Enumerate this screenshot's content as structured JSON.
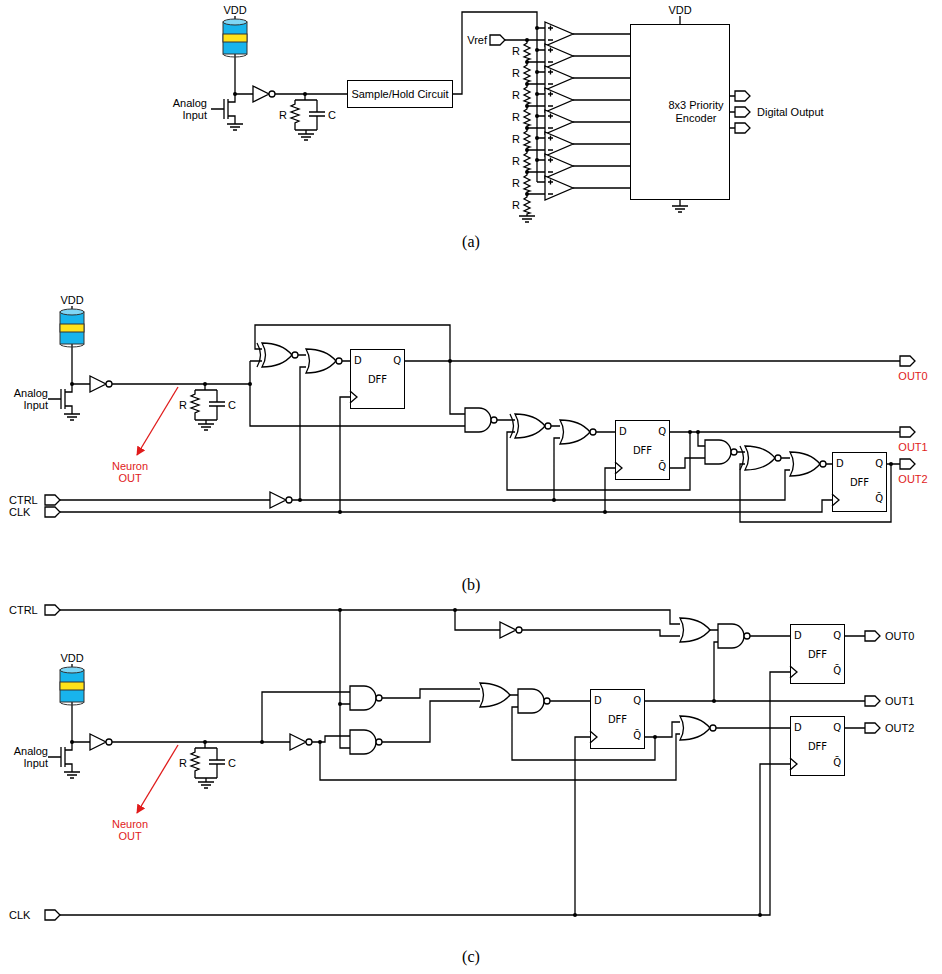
{
  "diagram": {
    "nodes": [
      {
        "text": [
          "Sample/Hold Circuit"
        ]
      },
      {
        "text": [
          "8x3 Priority Encoder"
        ]
      },
      {
        "text": [
          "D",
          "Q",
          "DFF"
        ]
      },
      {
        "text": [
          "D",
          "Q",
          "DFF",
          "Q̄"
        ]
      },
      {
        "text": [
          "D",
          "Q",
          "DFF",
          "Q̄"
        ]
      },
      {
        "text": [
          "D",
          "Q",
          "DFF",
          "Q̄"
        ]
      },
      {
        "text": [
          "D",
          "Q",
          "DFF",
          "Q̄"
        ]
      },
      {
        "text": [
          "D",
          "Q",
          "DFF",
          "Q̄"
        ]
      }
    ],
    "labels": [
      "VDD",
      "Analog Input",
      "R",
      "C",
      "Vref",
      "R",
      "R",
      "R",
      "R",
      "R",
      "R",
      "R",
      "R",
      "VDD",
      "Digital Output",
      "(a)",
      "VDD",
      "Analog Input",
      "Neuron OUT",
      "R",
      "C",
      "CTRL",
      "CLK",
      "OUT0",
      "OUT1",
      "OUT2",
      "(b)",
      "CTRL",
      "OUT0",
      "OUT1",
      "OUT2",
      "VDD",
      "Analog Input",
      "Neuron OUT",
      "R",
      "C",
      "CLK",
      "(c)"
    ]
  }
}
